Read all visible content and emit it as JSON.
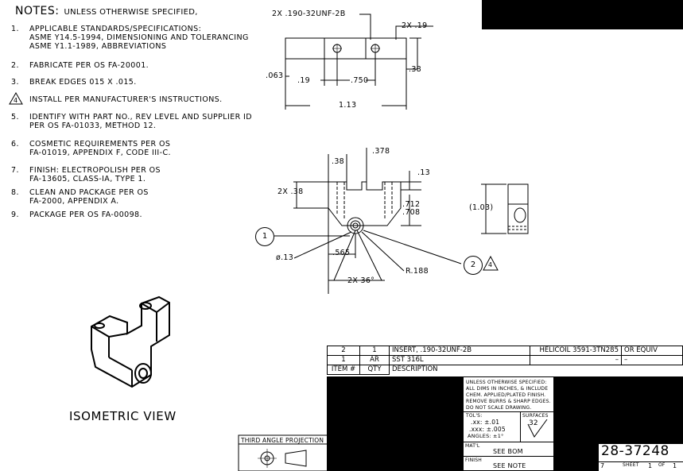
{
  "notes": {
    "title": "NOTES:",
    "subtitle": "UNLESS OTHERWISE SPECIFIED,",
    "items": [
      {
        "num": "1.",
        "text": "APPLICABLE STANDARDS/SPECIFICATIONS:\nASME Y14.5-1994, DIMENSIONING AND TOLERANCING\nASME Y1.1-1989, ABBREVIATIONS"
      },
      {
        "num": "2.",
        "text": "FABRICATE PER OS FA-20001."
      },
      {
        "num": "3.",
        "text": "BREAK EDGES 015 X .015."
      },
      {
        "num": "4",
        "text": "INSTALL PER MANUFACTURER'S INSTRUCTIONS."
      },
      {
        "num": "5.",
        "text": "IDENTIFY WITH PART NO., REV LEVEL AND SUPPLIER ID\nPER OS FA-01033, METHOD 12."
      },
      {
        "num": "6.",
        "text": "COSMETIC REQUIREMENTS PER OS\nFA-01019, APPENDIX F, CODE III-C."
      },
      {
        "num": "7.",
        "text": "FINISH: ELECTROPOLISH PER OS\nFA-13605, CLASS-IA, TYPE 1."
      },
      {
        "num": "8.",
        "text": "CLEAN AND PACKAGE PER OS\nFA-2000, APPENDIX A."
      },
      {
        "num": "9.",
        "text": "PACKAGE PER OS FA-00098."
      }
    ]
  },
  "top_view": {
    "thread_callout": "2X .190-32UNF-2B",
    "dim_2x_19": "2X .19",
    "dim_063": ".063",
    "dim_19": ".19",
    "dim_750": ".750",
    "dim_38": ".38",
    "dim_113": "1.13"
  },
  "front_view": {
    "dim_378": ".378",
    "dim_38": ".38",
    "dim_13": ".13",
    "dim_2x38": "2X .38",
    "dim_712": ".712",
    "dim_708": ".708",
    "dim_dia13": "ø.13",
    "dim_565": ".565",
    "dim_r188": "R.188",
    "dim_2x36": "2X 36°",
    "balloon_1": "1",
    "balloon_2": "2",
    "flag_4": "4"
  },
  "side_view": {
    "dim_103": "(1.03)"
  },
  "iso_label": "ISOMETRIC VIEW",
  "bom": {
    "rows": [
      {
        "item": "2",
        "qty": "1",
        "desc": "INSERT, .190-32UNF-2B",
        "mfr": "HELICOIL 3591-3TN285",
        "alt": "OR EQUIV"
      },
      {
        "item": "1",
        "qty": "AR",
        "desc": "SST 316L",
        "mfr": "–",
        "alt": "–"
      }
    ],
    "header": {
      "item": "ITEM #",
      "qty": "QTY",
      "desc": "DESCRIPTION"
    }
  },
  "title_block": {
    "general_notes": [
      "UNLESS OTHERWISE SPECIFIED:",
      "ALL DIMS IN INCHES, & INCLUDE",
      "CHEM. APPLIED/PLATED FINISH.",
      "REMOVE BURRS & SHARP EDGES.",
      "DO NOT SCALE DRAWING."
    ],
    "tols_label": "TOL'S:",
    "tol_xx": ".xx:  ±.01",
    "tol_xxx": ".xxx:  ±.005",
    "tol_ang": "ANGLES:  ±1°",
    "surfaces_label": "SURFACES",
    "surface_value": "32",
    "matl_label": "MAT'L",
    "matl_value": "SEE BOM",
    "finish_label": "FINISH",
    "finish_value": "SEE NOTE",
    "projection_label": "THIRD ANGLE PROJECTION",
    "drawing_number": "28-37248",
    "sheet_prefix": "7",
    "sheet_label": "SHEET",
    "sheet_num": "1",
    "of_label": "OF",
    "sheet_total": "1"
  }
}
